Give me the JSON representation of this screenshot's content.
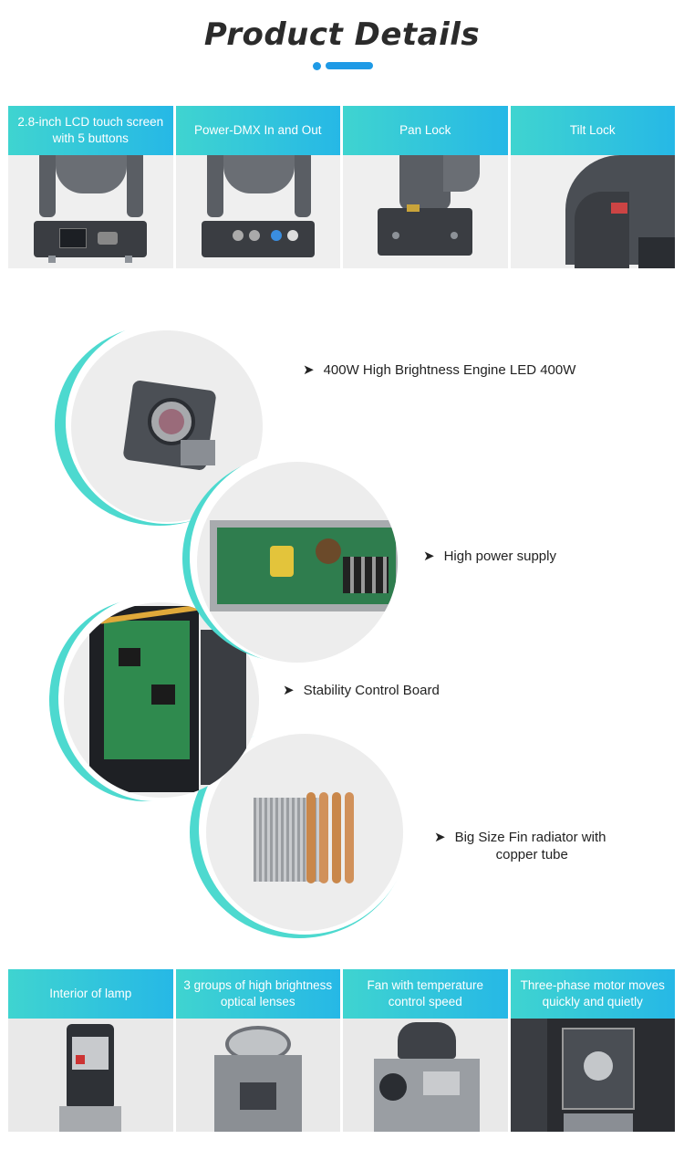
{
  "header": {
    "title": "Product Details",
    "accent_color": "#1e9ae6"
  },
  "top_row": [
    {
      "label": "2.8-inch LCD touch screen with 5 buttons",
      "image": "lcd-screen-photo"
    },
    {
      "label": "Power-DMX In and Out",
      "image": "power-dmx-photo"
    },
    {
      "label": "Pan Lock",
      "image": "pan-lock-photo"
    },
    {
      "label": "Tilt Lock",
      "image": "tilt-lock-photo"
    }
  ],
  "features": [
    {
      "label": "400W High Brightness Engine LED  400W",
      "image": "led-engine-photo"
    },
    {
      "label": "High power supply",
      "image": "power-supply-photo"
    },
    {
      "label": "Stability Control Board",
      "image": "control-board-photo"
    },
    {
      "label_line1": "Big Size Fin radiator with",
      "label_line2": "copper tube",
      "image": "fin-radiator-photo"
    }
  ],
  "bottom_row": [
    {
      "label": "Interior of lamp",
      "image": "lamp-interior-photo"
    },
    {
      "label": "3 groups of high brightness optical lenses",
      "image": "optical-lenses-photo"
    },
    {
      "label": "Fan with temperature control speed",
      "image": "fan-photo"
    },
    {
      "label": "Three-phase motor moves quickly and quietly",
      "image": "motor-photo"
    }
  ],
  "colors": {
    "gradient_start": "#3fd4d0",
    "gradient_end": "#26b8e6",
    "arc_color": "#4dd9cf"
  }
}
